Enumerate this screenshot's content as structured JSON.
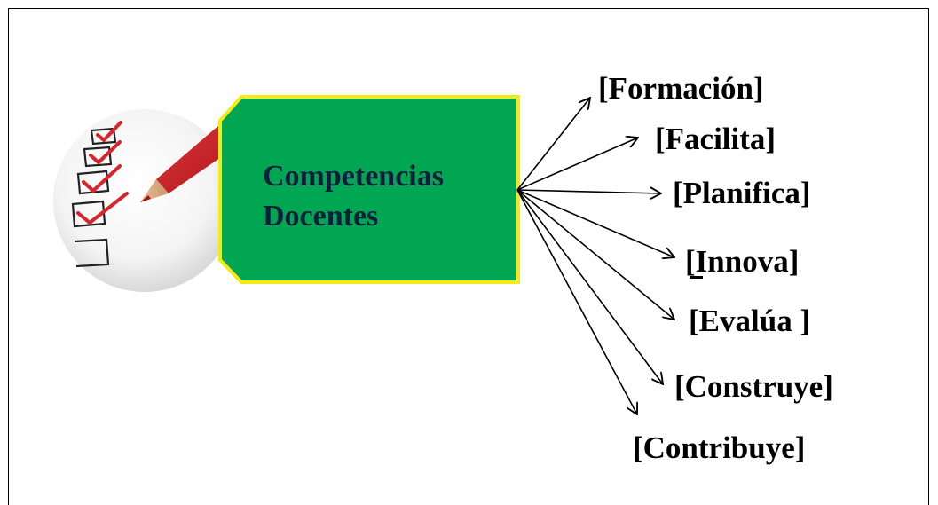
{
  "center": {
    "line1": "Competencias",
    "line2": "Docentes"
  },
  "branches": [
    {
      "label": "[Formación]"
    },
    {
      "label": "[Facilita]"
    },
    {
      "label": "[Planifica]"
    },
    {
      "label": "[Innova]"
    },
    {
      "label": "[Evalúa ]"
    },
    {
      "label": "[Construye]"
    },
    {
      "label": "[Contribuye]"
    }
  ],
  "colors": {
    "box_fill": "#00a651",
    "box_border": "#f5ea14",
    "text_center": "#0a1f3c",
    "checkmark": "#d8252c"
  },
  "icons": {
    "checklist": "checklist-pencil-icon"
  }
}
